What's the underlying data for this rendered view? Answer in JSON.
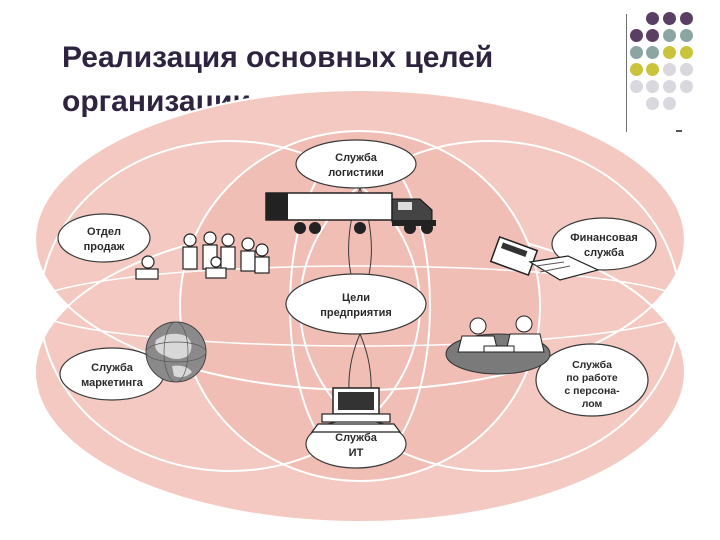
{
  "slide": {
    "title_line1": "Реализация основных целей",
    "title_line2": "организации"
  },
  "colors": {
    "title": "#2e2440",
    "petal_fill": "#f0c0b8",
    "overlap_fill": "#f8e4e0",
    "stroke": "#ffffff",
    "node_fill": "#ffffff",
    "node_stroke": "#3a3a3a",
    "dot_purple": "#5b3e63",
    "dot_teal": "#8aa5a2",
    "dot_olive": "#c9c43c",
    "dot_grey": "#d8d8de"
  },
  "diagram": {
    "center": {
      "line1": "Цели",
      "line2": "предприятия"
    },
    "nodes": [
      {
        "id": "logistics",
        "line1": "Служба",
        "line2": "логистики",
        "line3": "",
        "icon": "truck-icon"
      },
      {
        "id": "sales",
        "line1": "Отдел",
        "line2": "продаж",
        "line3": "",
        "icon": "people-group-icon"
      },
      {
        "id": "finance",
        "line1": "Финансовая",
        "line2": "служба",
        "line3": "",
        "icon": "calculator-icon"
      },
      {
        "id": "marketing",
        "line1": "Служба",
        "line2": "маркетинга",
        "line3": "",
        "icon": "globe-icon"
      },
      {
        "id": "hr",
        "line1": "Служба",
        "line2": "по работе",
        "line3": "с персона-",
        "line4": "лом",
        "icon": "meeting-icon"
      },
      {
        "id": "it",
        "line1": "Служба",
        "line2": "ИТ",
        "line3": "",
        "icon": "computer-icon"
      }
    ]
  }
}
